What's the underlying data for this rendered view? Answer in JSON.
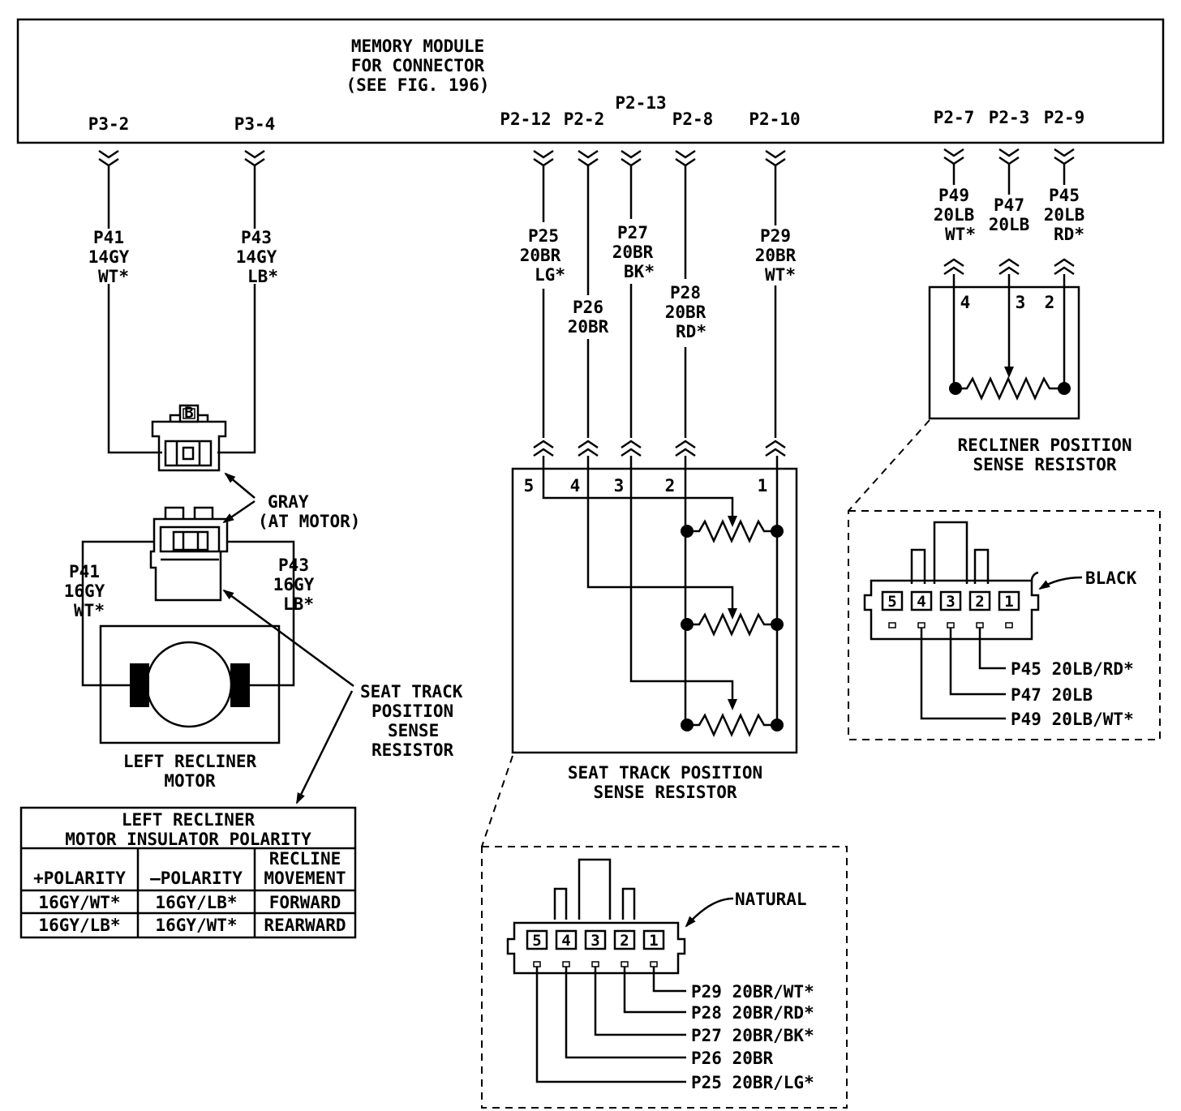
{
  "module": {
    "title": [
      "MEMORY MODULE",
      "FOR CONNECTOR",
      "(SEE FIG. 196)"
    ],
    "pins": [
      "P3-2",
      "P3-4",
      "P2-12",
      "P2-2",
      "P2-13",
      "P2-8",
      "P2-10",
      "P2-7",
      "P2-3",
      "P2-9"
    ]
  },
  "wires": {
    "p41": [
      "P41",
      "14GY",
      "WT*"
    ],
    "p43": [
      "P43",
      "14GY",
      "LB*"
    ],
    "p25": [
      "P25",
      "20BR",
      "LG*"
    ],
    "p26": [
      "P26",
      "20BR"
    ],
    "p27": [
      "P27",
      "20BR",
      "BK*"
    ],
    "p28": [
      "P28",
      "20BR",
      "RD*"
    ],
    "p29": [
      "P29",
      "20BR",
      "WT*"
    ],
    "p49": [
      "P49",
      "20LB",
      "WT*"
    ],
    "p47": [
      "P47",
      "20LB"
    ],
    "p45": [
      "P45",
      "20LB",
      "RD*"
    ]
  },
  "motor": {
    "gray_label": [
      "GRAY",
      "(AT MOTOR)"
    ],
    "p41": [
      "P41",
      "16GY",
      "WT*"
    ],
    "p43": [
      "P43",
      "16GY",
      "LB*"
    ],
    "title": [
      "LEFT RECLINER",
      "MOTOR"
    ],
    "connector_mark": "B"
  },
  "seat_track_label_left": [
    "SEAT TRACK",
    "POSITION",
    "SENSE",
    "RESISTOR"
  ],
  "seat_track": {
    "pins": [
      "5",
      "4",
      "3",
      "2",
      "1"
    ],
    "title": [
      "SEAT TRACK POSITION",
      "SENSE RESISTOR"
    ],
    "connector_color": "NATURAL",
    "connector_pins": [
      "5",
      "4",
      "3",
      "2",
      "1"
    ],
    "connector_wires": [
      "P29  20BR/WT*",
      "P28  20BR/RD*",
      "P27  20BR/BK*",
      "P26  20BR",
      "P25  20BR/LG*"
    ]
  },
  "recliner_sensor": {
    "pins": [
      "4",
      "3",
      "2"
    ],
    "title": [
      "RECLINER POSITION",
      "SENSE RESISTOR"
    ],
    "connector_color": "BLACK",
    "connector_pins": [
      "5",
      "4",
      "3",
      "2",
      "1"
    ],
    "connector_wires": [
      "P45  20LB/RD*",
      "P47  20LB",
      "P49  20LB/WT*"
    ]
  },
  "polarity_table": {
    "title": [
      "LEFT RECLINER",
      "MOTOR INSULATOR POLARITY"
    ],
    "headers": [
      "+POLARITY",
      "—POLARITY",
      "RECLINE",
      "MOVEMENT"
    ],
    "rows": [
      [
        "16GY/WT*",
        "16GY/LB*",
        "FORWARD"
      ],
      [
        "16GY/LB*",
        "16GY/WT*",
        "REARWARD"
      ]
    ]
  }
}
